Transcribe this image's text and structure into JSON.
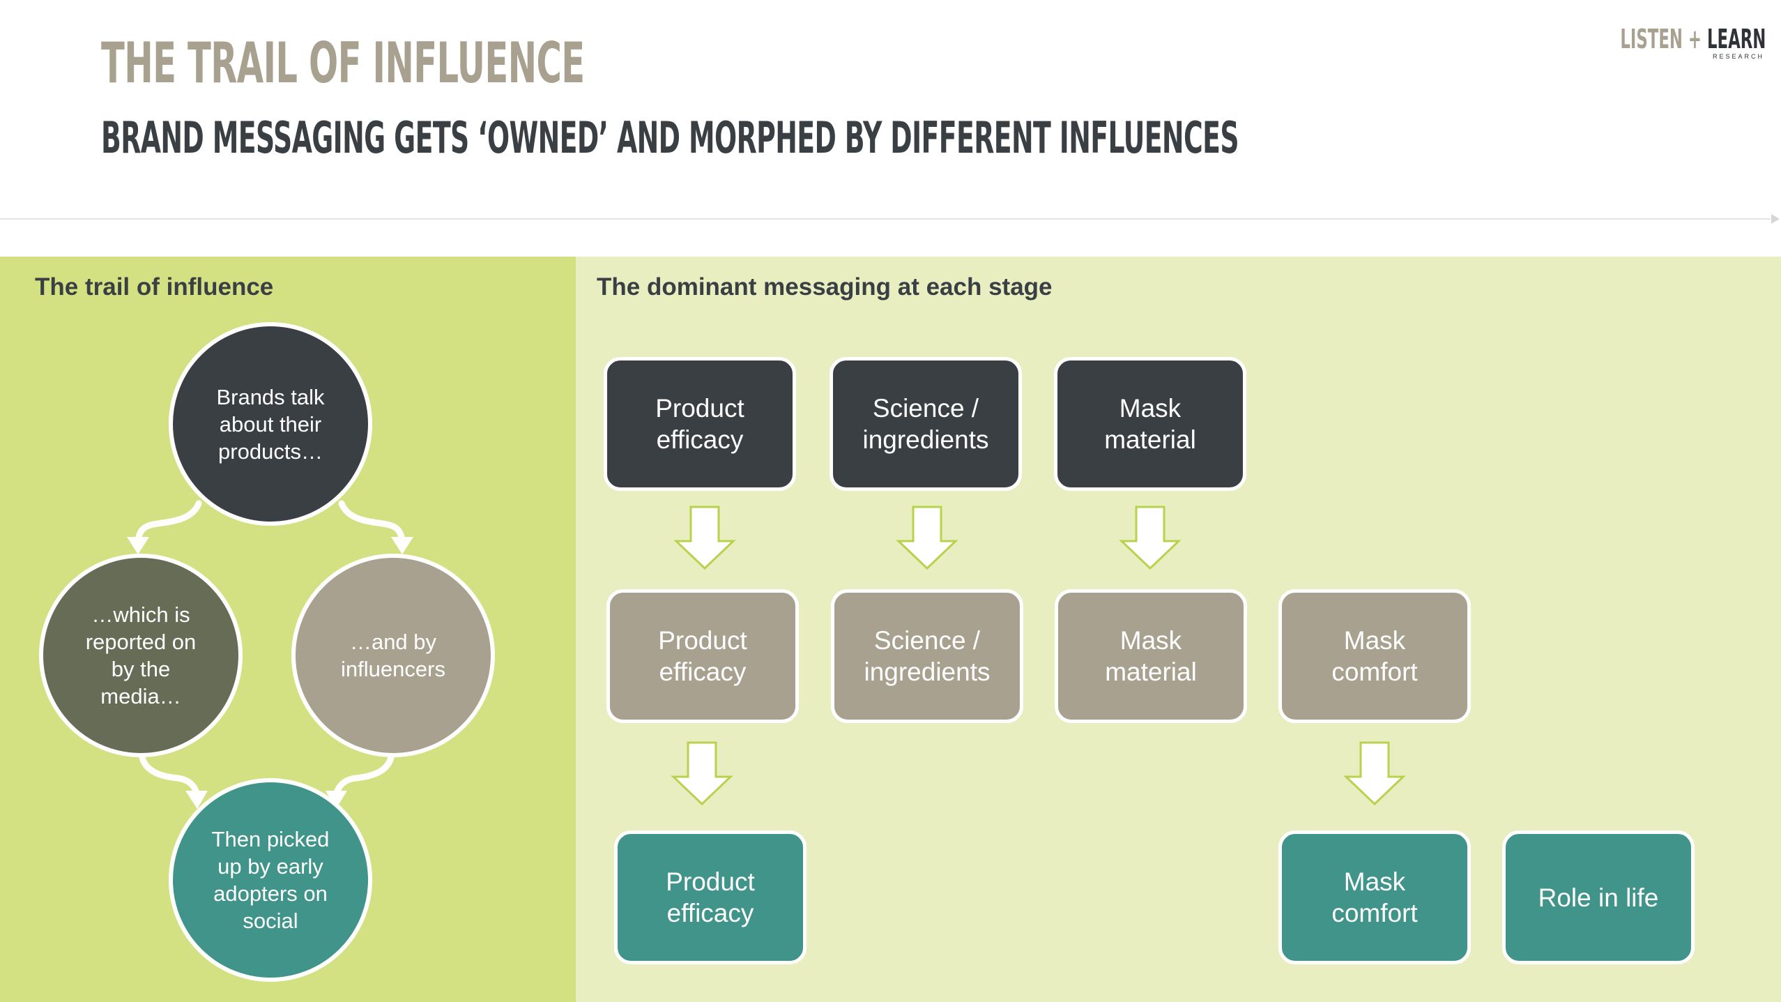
{
  "header": {
    "title": "THE TRAIL OF INFLUENCE",
    "subtitle": "BRAND MESSAGING GETS ‘OWNED’ AND MORPHED BY DIFFERENT INFLUENCES"
  },
  "logo": {
    "part1": "LISTEN",
    "plus": "+",
    "part2": "LEARN",
    "sub": "RESEARCH"
  },
  "left_panel": {
    "heading": "The trail of influence",
    "circles": {
      "brands": "Brands talk about their products…",
      "media": "…which is reported on by the media…",
      "influencers": "…and by influencers",
      "adopters": "Then picked up by early adopters on social"
    }
  },
  "right_panel": {
    "heading": "The dominant messaging at each stage",
    "row1": [
      "Product\nefficacy",
      "Science  /\ningredients",
      "Mask\nmaterial"
    ],
    "row2": [
      "Product\nefficacy",
      "Science  /\ningredients",
      "Mask\nmaterial",
      "Mask\ncomfort"
    ],
    "row3": [
      "Product\nefficacy",
      "Mask\ncomfort",
      "Role in life"
    ]
  },
  "colors": {
    "brand_dark": "#3a3f44",
    "media_olive": "#666c56",
    "influencer_taupe": "#a9a18f",
    "social_teal": "#40948a",
    "panel_left_bg": "#d4e182",
    "panel_right_bg": "#e8eec0",
    "arrow_outline": "#b9d24e"
  }
}
